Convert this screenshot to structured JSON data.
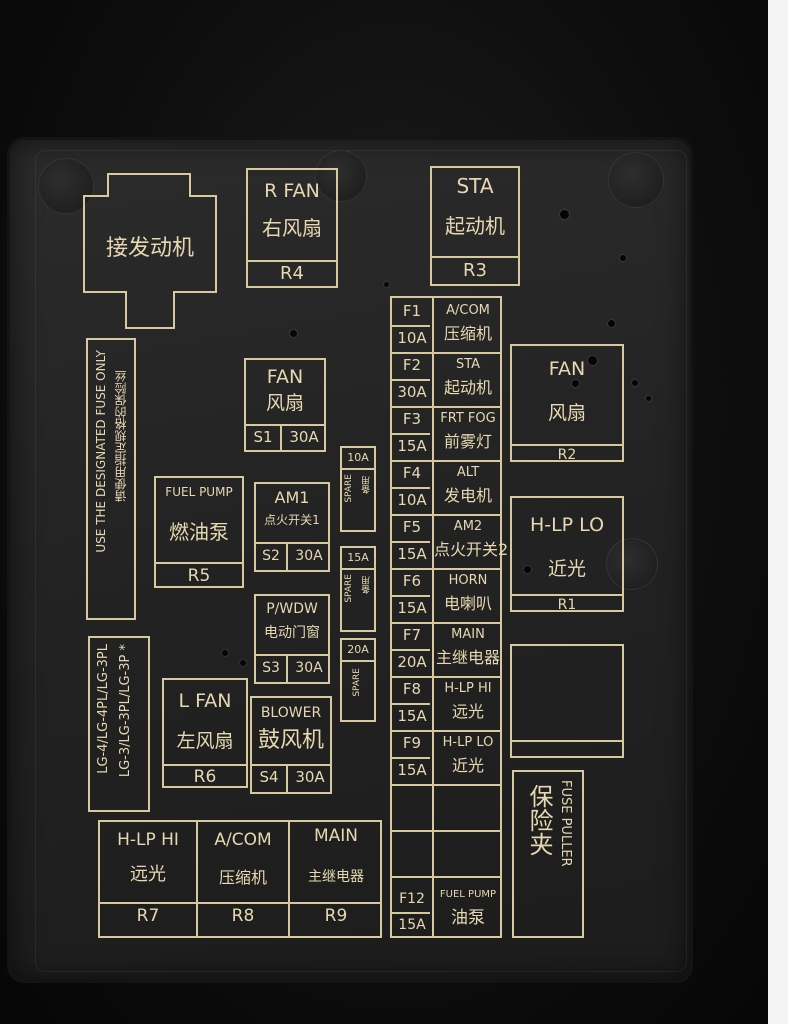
{
  "relay_area": {
    "connector": "接发动机",
    "r_fan": {
      "en": "R FAN",
      "cn": "右风扇",
      "id": "R4"
    },
    "sta_relay": {
      "en": "STA",
      "cn": "起动机",
      "id": "R3"
    },
    "fan_relay": {
      "en": "FAN",
      "cn": "风扇",
      "id": "R2"
    },
    "h_lp_lo": {
      "en": "H-LP LO",
      "cn": "近光",
      "id": "R1"
    },
    "fuel_pump": {
      "en": "FUEL PUMP",
      "cn": "燃油泵",
      "id": "R5"
    },
    "l_fan": {
      "en": "L FAN",
      "cn": "左风扇",
      "id": "R6"
    },
    "h_lp_hi": {
      "en": "H-LP HI",
      "cn": "远光",
      "id": "R7"
    },
    "a_com": {
      "en": "A/COM",
      "cn": "压缩机",
      "id": "R8"
    },
    "main_relay": {
      "en": "MAIN",
      "cn": "主继电器",
      "id": "R9"
    }
  },
  "s_fuses": {
    "fan": {
      "en": "FAN",
      "cn": "风扇",
      "id": "S1",
      "amp": "30A"
    },
    "am1": {
      "en": "AM1",
      "cn": "点火开关1",
      "id": "S2",
      "amp": "30A"
    },
    "pwdw": {
      "en": "P/WDW",
      "cn": "电动门窗",
      "id": "S3",
      "amp": "30A"
    },
    "blower": {
      "en": "BLOWER",
      "cn": "鼓风机",
      "id": "S4",
      "amp": "30A"
    }
  },
  "spare": {
    "s10": {
      "amp": "10A",
      "lbl": "SPARE",
      "cn": "备用"
    },
    "s15": {
      "amp": "15A",
      "lbl": "SPARE",
      "cn": "备用"
    },
    "s20": {
      "amp": "20A",
      "lbl": "SPARE"
    }
  },
  "fuses": [
    {
      "id": "F1",
      "amp": "10A",
      "en": "A/COM",
      "cn": "压缩机"
    },
    {
      "id": "F2",
      "amp": "30A",
      "en": "STA",
      "cn": "起动机"
    },
    {
      "id": "F3",
      "amp": "15A",
      "en": "FRT FOG",
      "cn": "前雾灯"
    },
    {
      "id": "F4",
      "amp": "10A",
      "en": "ALT",
      "cn": "发电机"
    },
    {
      "id": "F5",
      "amp": "15A",
      "en": "AM2",
      "cn": "点火开关2"
    },
    {
      "id": "F6",
      "amp": "15A",
      "en": "HORN",
      "cn": "电喇叭"
    },
    {
      "id": "F7",
      "amp": "20A",
      "en": "MAIN",
      "cn": "主继电器"
    },
    {
      "id": "F8",
      "amp": "15A",
      "en": "H-LP HI",
      "cn": "远光"
    },
    {
      "id": "F9",
      "amp": "15A",
      "en": "H-LP LO",
      "cn": "近光"
    },
    {
      "id": "F12",
      "amp": "15A",
      "en": "FUEL PUMP",
      "cn": "油泵"
    }
  ],
  "notice": {
    "en": "USE THE DESIGNATED FUSE ONLY",
    "cn": "请使用指定规格的保险丝"
  },
  "models": {
    "line1": "LG-4/LG-4PL/LG-3PL",
    "line2": "LG-3/LG-3PL/LG-3P *"
  },
  "puller": {
    "en": "FUSE PULLER",
    "cn": "保险夹"
  }
}
